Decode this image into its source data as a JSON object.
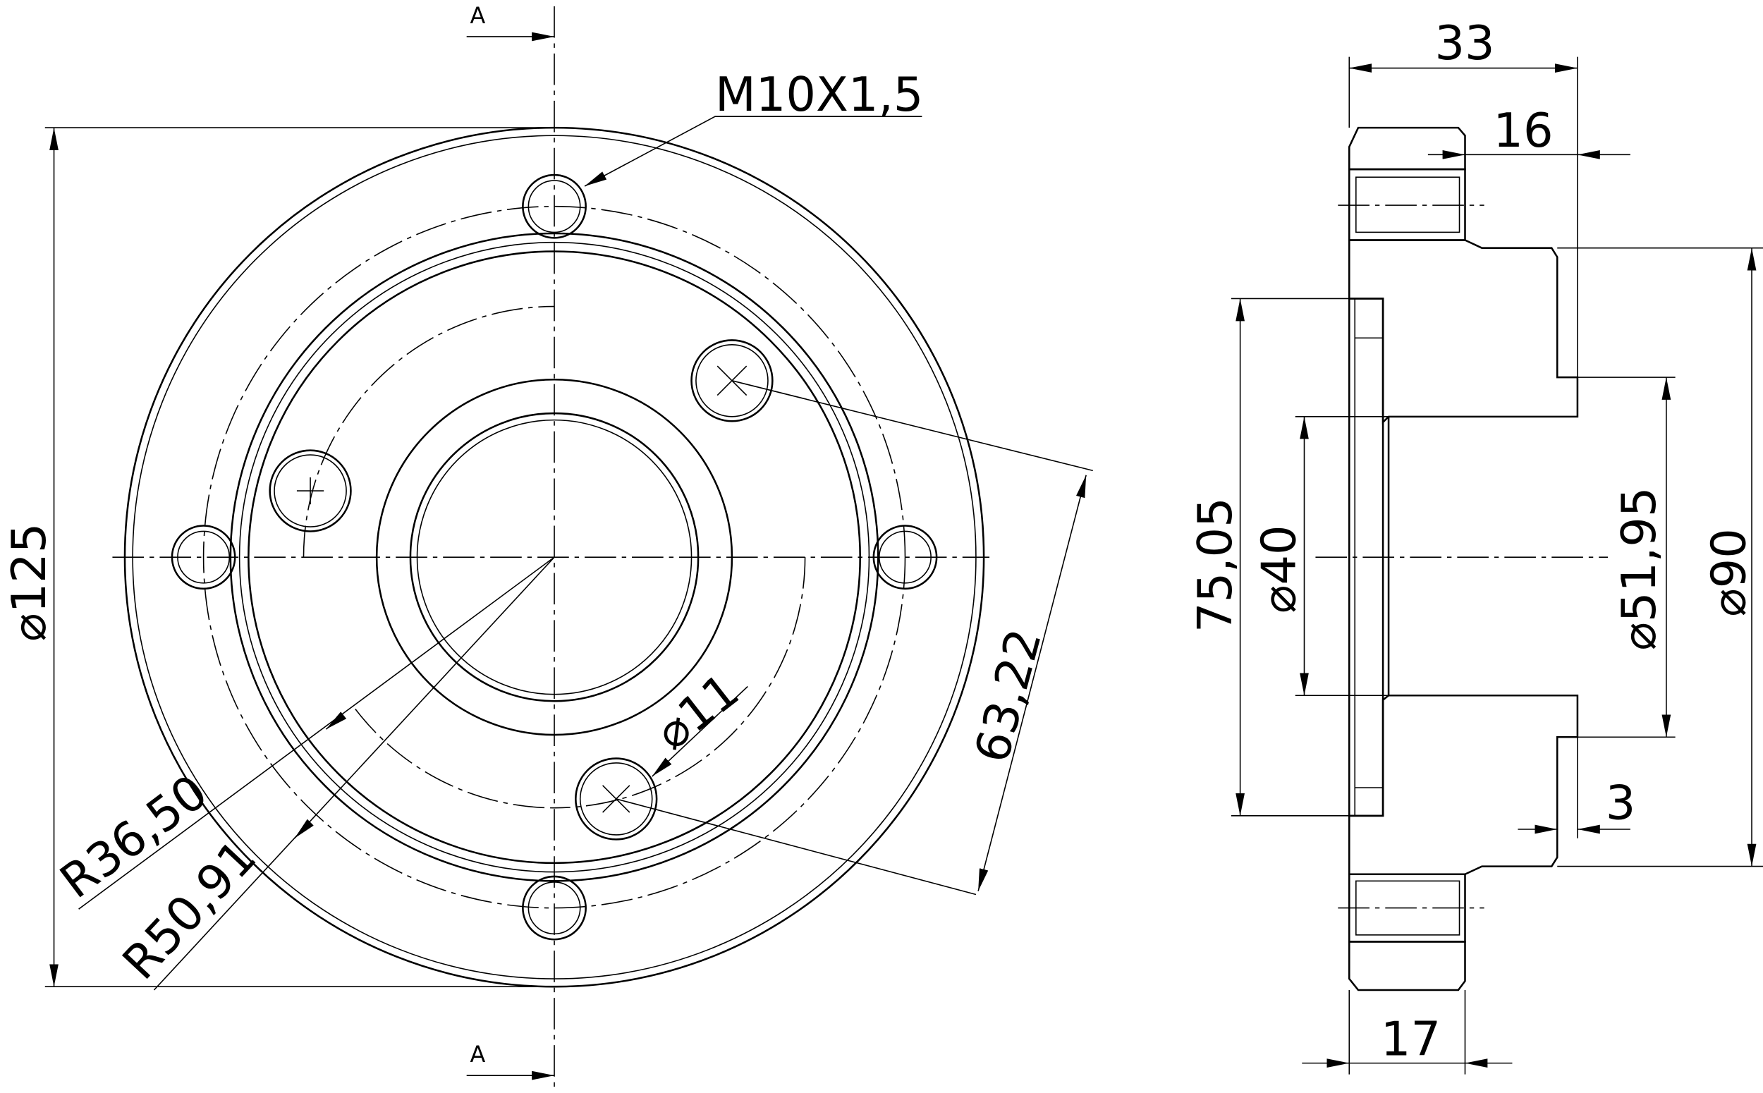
{
  "section": {
    "top_label": "A",
    "bottom_label": "A"
  },
  "front_view": {
    "outer_diameter": "⌀125",
    "thread_callout": "M10X1,5",
    "hole_diameter": "⌀11",
    "radius_inner": "R36,50",
    "radius_outer": "R50,91",
    "hole_spacing": "63,22"
  },
  "section_view": {
    "overall_width": "33",
    "flange_offset": "16",
    "counterbore_diameter": "75,05",
    "bore_diameter": "⌀40",
    "step_diameter": "⌀51,95",
    "hub_diameter": "⌀90",
    "step_depth": "3",
    "flange_thickness": "17"
  }
}
